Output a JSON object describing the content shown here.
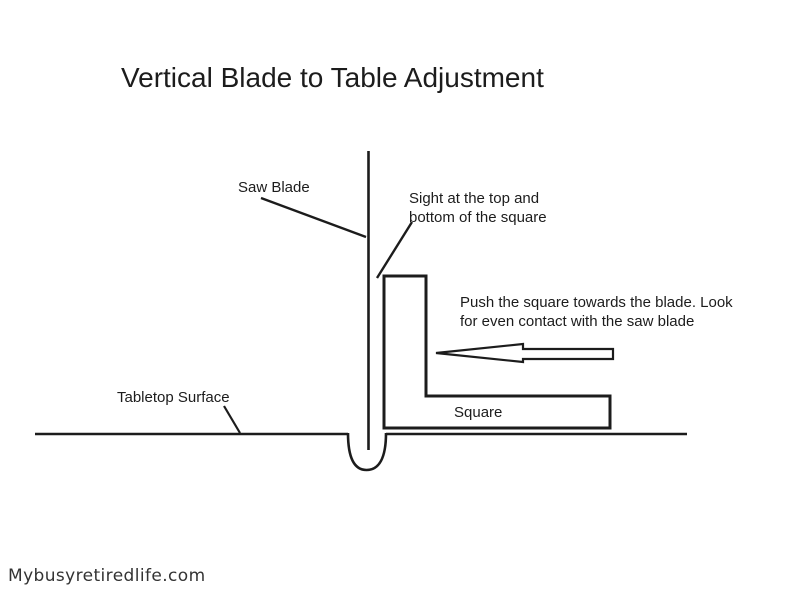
{
  "page": {
    "title": "Vertical Blade to Table Adjustment"
  },
  "colors": {
    "background": "#ffffff",
    "ink": "#1c1c1c",
    "watermark": "#333333"
  },
  "annotations": {
    "saw_blade": {
      "label": "Saw Blade"
    },
    "sight": {
      "line1": "Sight at the top and",
      "line2": "bottom of the square"
    },
    "push": {
      "line1": "Push the square towards the blade. Look",
      "line2": "for even contact with the saw blade"
    },
    "square": {
      "label": "Square"
    },
    "tabletop": {
      "label": "Tabletop Surface"
    }
  },
  "icons": {
    "push_arrow": "left-pointing-outline-arrow"
  },
  "watermark": {
    "text": "Mybusyretiredlife.com"
  }
}
